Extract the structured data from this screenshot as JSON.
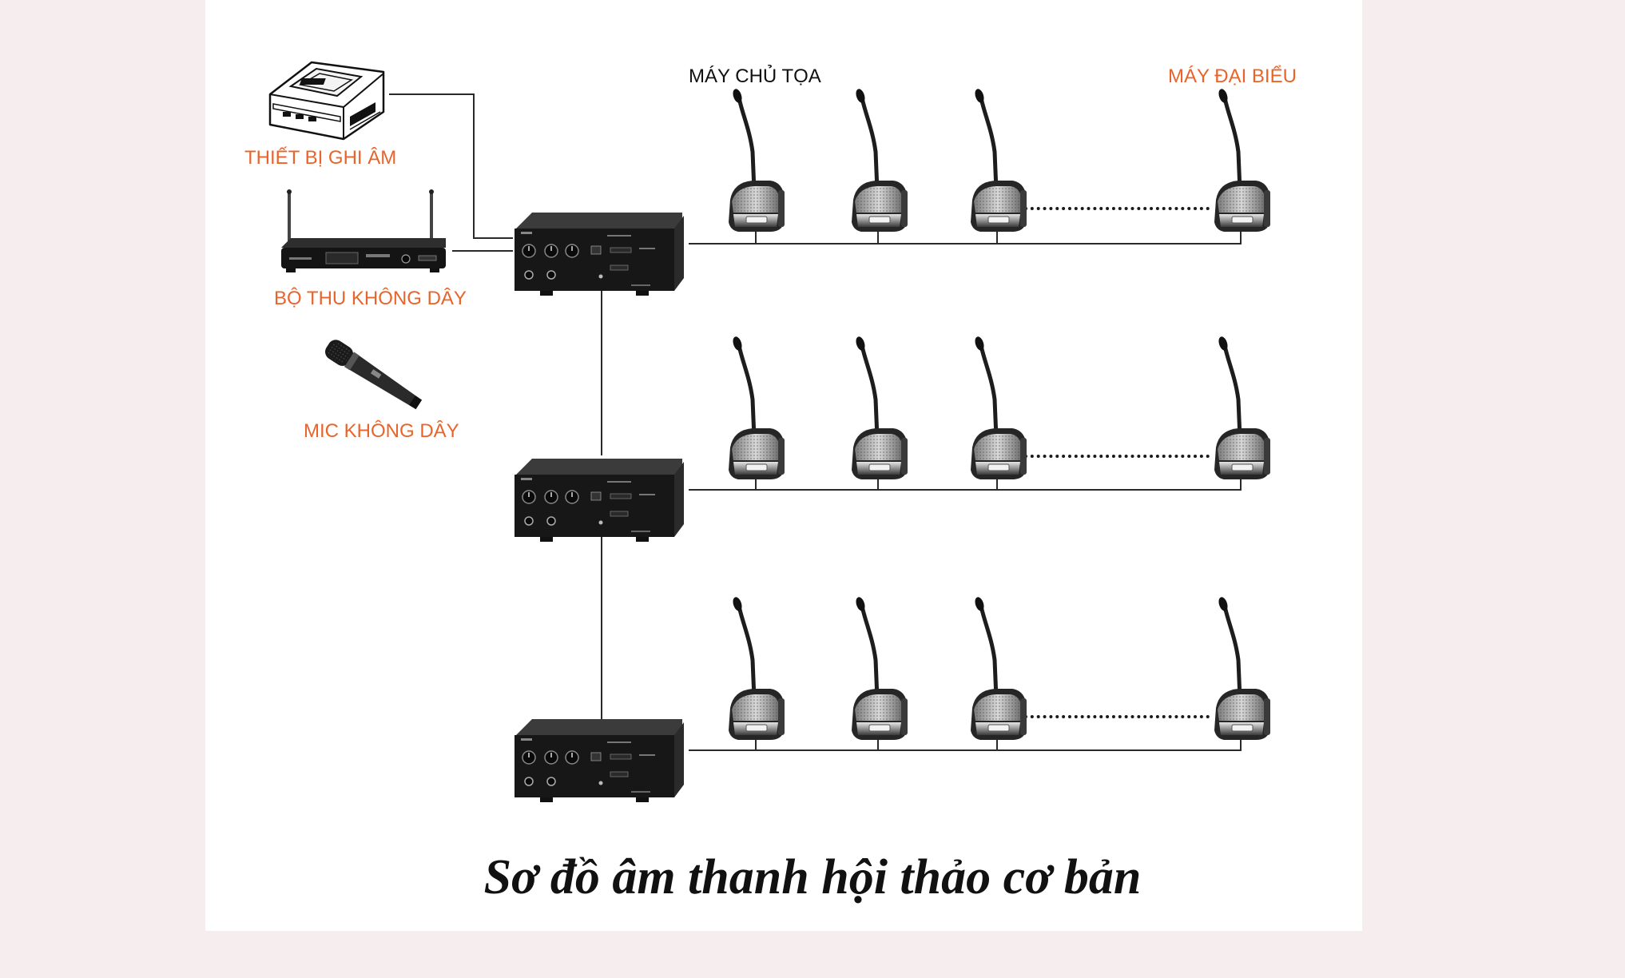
{
  "labels": {
    "recorder": "THIẾT BỊ GHI ÂM",
    "receiver": "BỘ THU KHÔNG DÂY",
    "wireless_mic": "MIC KHÔNG DÂY",
    "chairman": "MÁY CHỦ TỌA",
    "delegate": "MÁY ĐẠI BIỂU"
  },
  "title": "Sơ đồ âm thanh hội thảo cơ bản",
  "colors": {
    "label_accent": "#e9642a",
    "label_dark": "#111111",
    "wire": "#2a2a2a",
    "device_body": "#1c1c1c"
  },
  "icons": {
    "recorder": "tape-recorder-icon",
    "receiver": "wireless-receiver-icon",
    "wireless_mic": "handheld-microphone-icon",
    "amplifier": "conference-control-unit-icon",
    "conference_unit": "gooseneck-microphone-icon"
  }
}
